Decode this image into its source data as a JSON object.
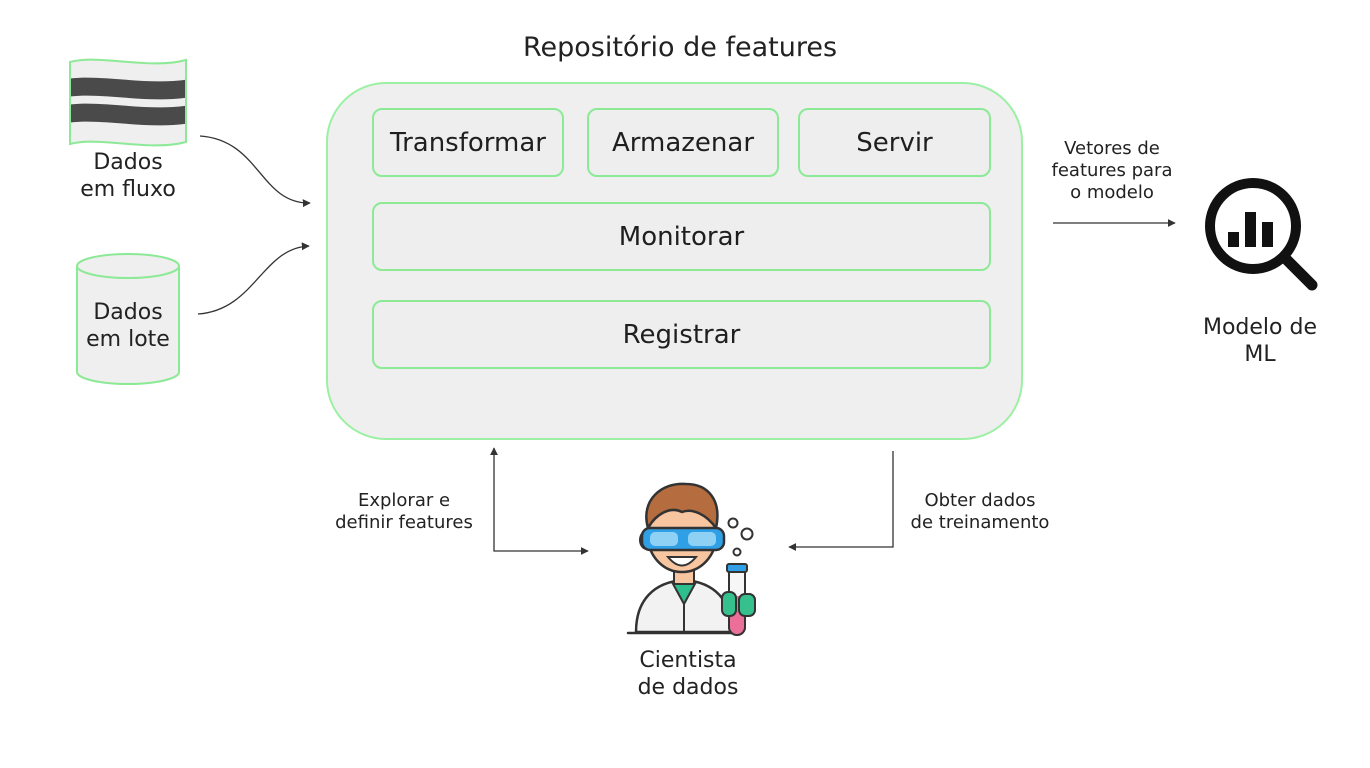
{
  "title": "Repositório de features",
  "stages": {
    "transform": "Transformar",
    "store": "Armazenar",
    "serve": "Servir",
    "monitor": "Monitorar",
    "register": "Registrar"
  },
  "sources": {
    "stream": [
      "Dados",
      "em fluxo"
    ],
    "batch": [
      "Dados",
      "em lote"
    ]
  },
  "output": {
    "vectors": [
      "Vetores de",
      "features para",
      "o modelo"
    ],
    "model": [
      "Modelo de",
      "ML"
    ]
  },
  "scientist": {
    "explore": [
      "Explorar e",
      "definir features"
    ],
    "training": [
      "Obter dados",
      "de treinamento"
    ],
    "name": [
      "Cientista",
      "de dados"
    ]
  },
  "colors": {
    "accent_green": "#8ce996",
    "panel_gray": "#efefef",
    "line_gray": "#333333",
    "goggle_blue": "#2fa0e6",
    "flask_pink": "#ec6f9a",
    "glove_green": "#35c08d"
  },
  "icons": {
    "stream": "wavy-stream-icon",
    "batch": "database-cylinder-icon",
    "model": "magnifier-bar-chart-icon",
    "scientist": "scientist-avatar-icon"
  }
}
